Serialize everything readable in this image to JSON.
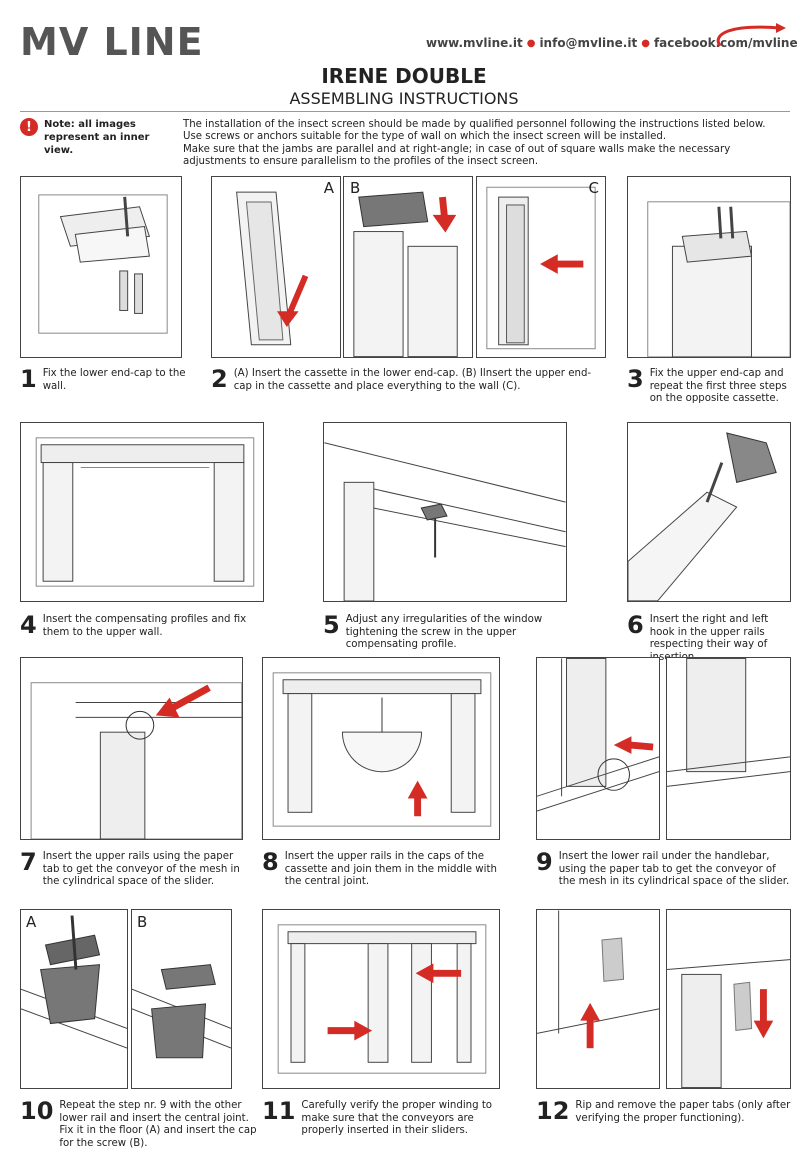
{
  "header": {
    "logo": "MV LINE",
    "contacts": [
      "www.mvline.it",
      "info@mvline.it",
      "facebook.com/mvline"
    ],
    "accent_color": "#d52b25"
  },
  "title": "IRENE DOUBLE",
  "subtitle": "ASSEMBLING INSTRUCTIONS",
  "note": {
    "badge": "!",
    "text": "Note: all images represent an inner view."
  },
  "intro": [
    "The installation of the insect screen should be made by qualified personnel following the instructions listed below.",
    "Use screws or anchors suitable for the type of wall on which the insect screen will be installed.",
    "Make sure that the jambs are parallel and at right-angle; in case of out of square walls make the necessary adjustments to ensure parallelism to the profiles of the insect screen."
  ],
  "figure_letters": {
    "a": "A",
    "b": "B",
    "c": "C"
  },
  "steps": [
    {
      "num": "1",
      "text": "Fix the lower end-cap to the wall."
    },
    {
      "num": "2",
      "text": "(A) Insert the cassette in the lower end-cap. (B) Ilnsert the upper end-cap in the cassette and place everything to the wall (C)."
    },
    {
      "num": "3",
      "text": "Fix the upper end-cap and repeat the first three steps on the opposite cassette."
    },
    {
      "num": "4",
      "text": "Insert the compensating profiles and fix them to the upper wall."
    },
    {
      "num": "5",
      "text": "Adjust any irregularities of the window tightening the screw in the upper compensating profile."
    },
    {
      "num": "6",
      "text": "Insert the right and left hook in the upper rails respecting their way of insertion."
    },
    {
      "num": "7",
      "text": "Insert the upper rails using the paper tab to get the conveyor of the mesh in the cylindrical space of the slider."
    },
    {
      "num": "8",
      "text": "Insert the upper rails in the caps of the cassette and join them in the middle with the central joint."
    },
    {
      "num": "9",
      "text": "Insert the lower rail under the handlebar, using the paper tab to get the conveyor of the mesh in its cylindrical space of the slider."
    },
    {
      "num": "10",
      "text": "Repeat the step nr. 9 with the other lower rail and insert the central joint. Fix it in the floor (A) and insert the cap for the screw (B)."
    },
    {
      "num": "11",
      "text": "Carefully verify the proper winding to make sure that the conveyors are properly inserted in their sliders."
    },
    {
      "num": "12",
      "text": "Rip and remove the paper tabs (only after verifying the proper functioning)."
    }
  ]
}
